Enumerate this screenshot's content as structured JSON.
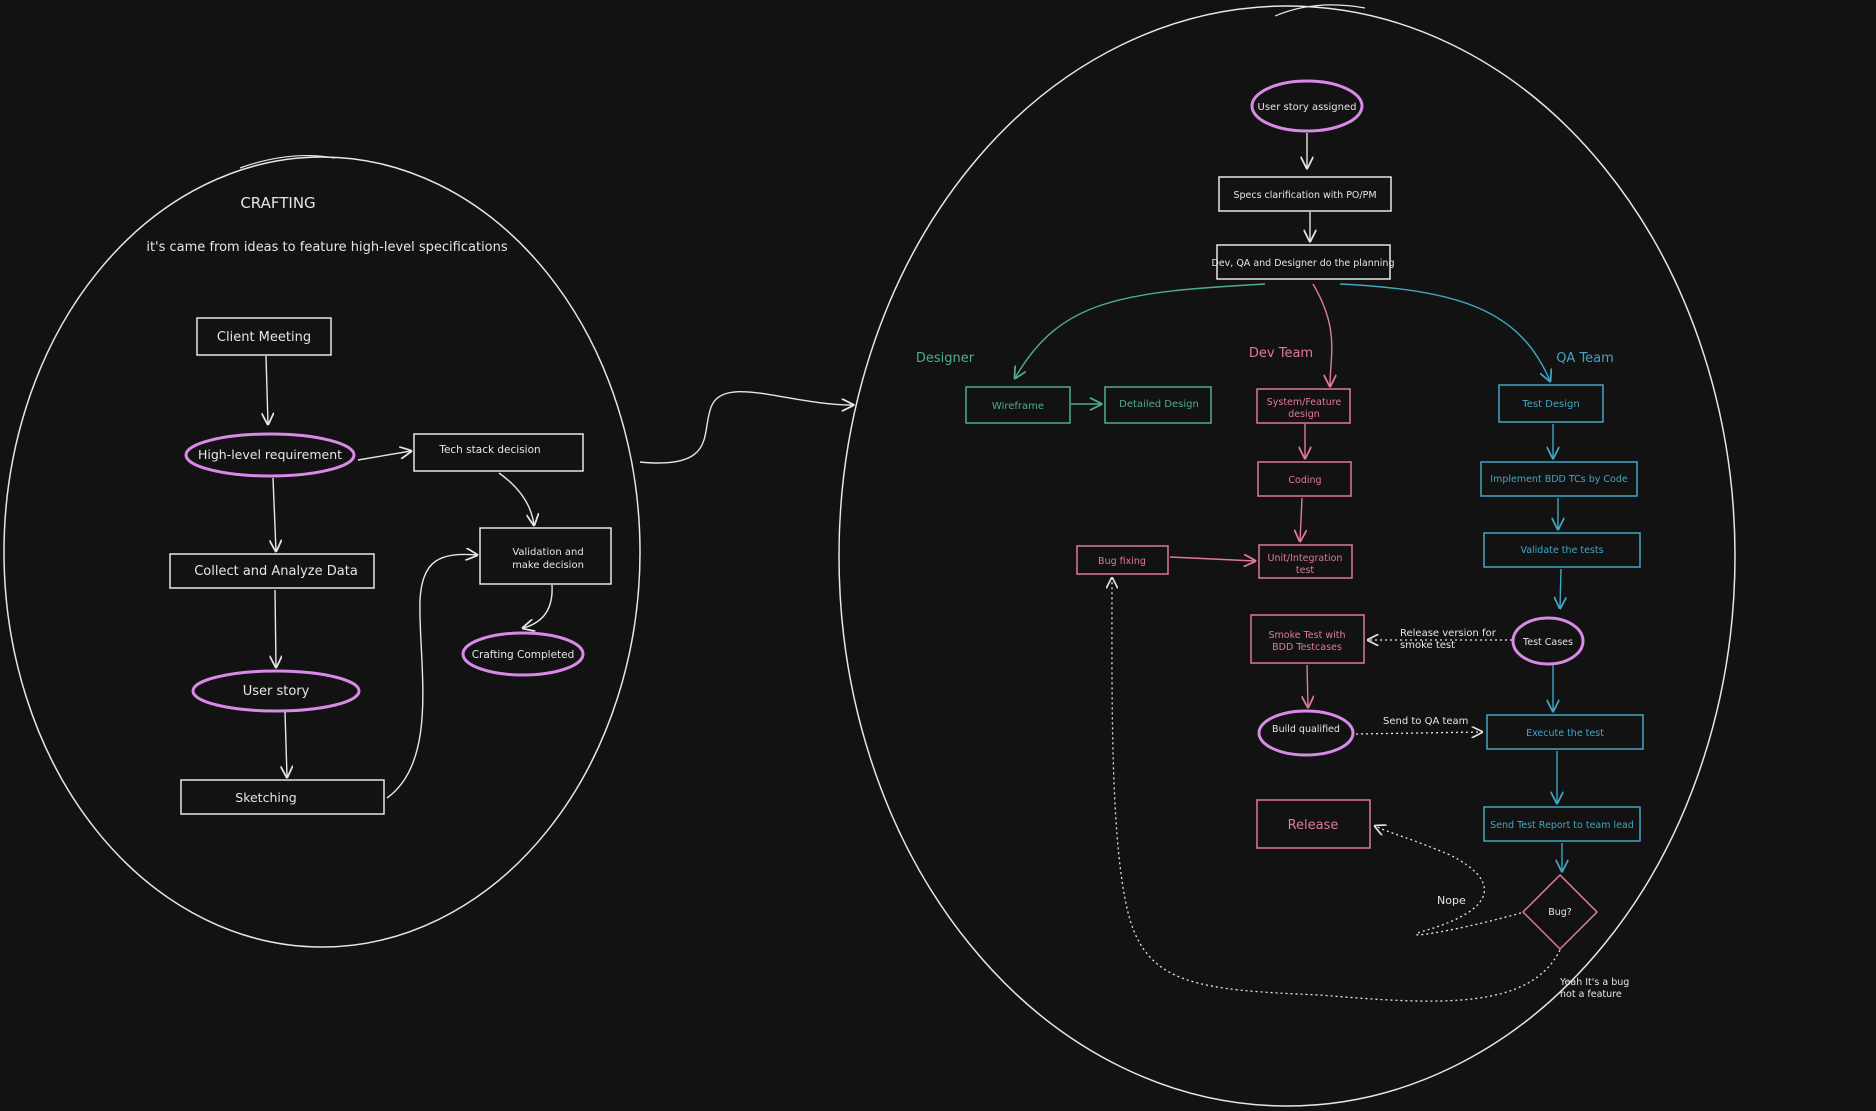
{
  "colors": {
    "background": "#121212",
    "white": "#e6e6e6",
    "purple": "#d88ae6",
    "green": "#4fae8a",
    "pink": "#e07a9a",
    "blue": "#42a6c4"
  },
  "crafting": {
    "title": "CRAFTING",
    "subtitle": "it's came from ideas to feature high-level specifications",
    "nodes": {
      "client_meeting": "Client Meeting",
      "high_level_requirement": "High-level requirement",
      "tech_stack_decision": "Tech stack decision",
      "collect_analyze": "Collect and Analyze Data",
      "validation": [
        "Validation and",
        "make decision"
      ],
      "crafting_completed": "Crafting Completed",
      "user_story": "User story",
      "sketching": "Sketching"
    }
  },
  "workflow": {
    "nodes": {
      "user_story_assigned": "User story assigned",
      "specs_clarification": "Specs clarification with PO/PM",
      "planning": "Dev, QA and Designer do the planning",
      "wireframe": "Wireframe",
      "detailed_design": "Detailed Design",
      "system_design": [
        "System/Feature",
        "design"
      ],
      "coding": "Coding",
      "bug_fixing": "Bug fixing",
      "unit_test": [
        "Unit/Integration",
        "test"
      ],
      "smoke_test": [
        "Smoke Test with",
        "BDD Testcases"
      ],
      "build_qualified": "Build qualified",
      "release": "Release",
      "test_design": "Test Design",
      "implement_bdd": "Implement BDD TCs by Code",
      "validate_tests": "Validate the tests",
      "test_cases": "Test Cases",
      "execute_test": "Execute the test",
      "send_report": "Send Test Report to team lead",
      "bug_decision": "Bug?"
    },
    "lane_labels": {
      "designer": "Designer",
      "dev_team": "Dev Team",
      "qa_team": "QA Team"
    },
    "edge_labels": {
      "release_version": [
        "Release version for",
        "smoke test"
      ],
      "send_to_qa": "Send to QA team",
      "nope": "Nope",
      "yeah_bug": [
        "Yeah It's a bug",
        "not a feature"
      ]
    }
  }
}
